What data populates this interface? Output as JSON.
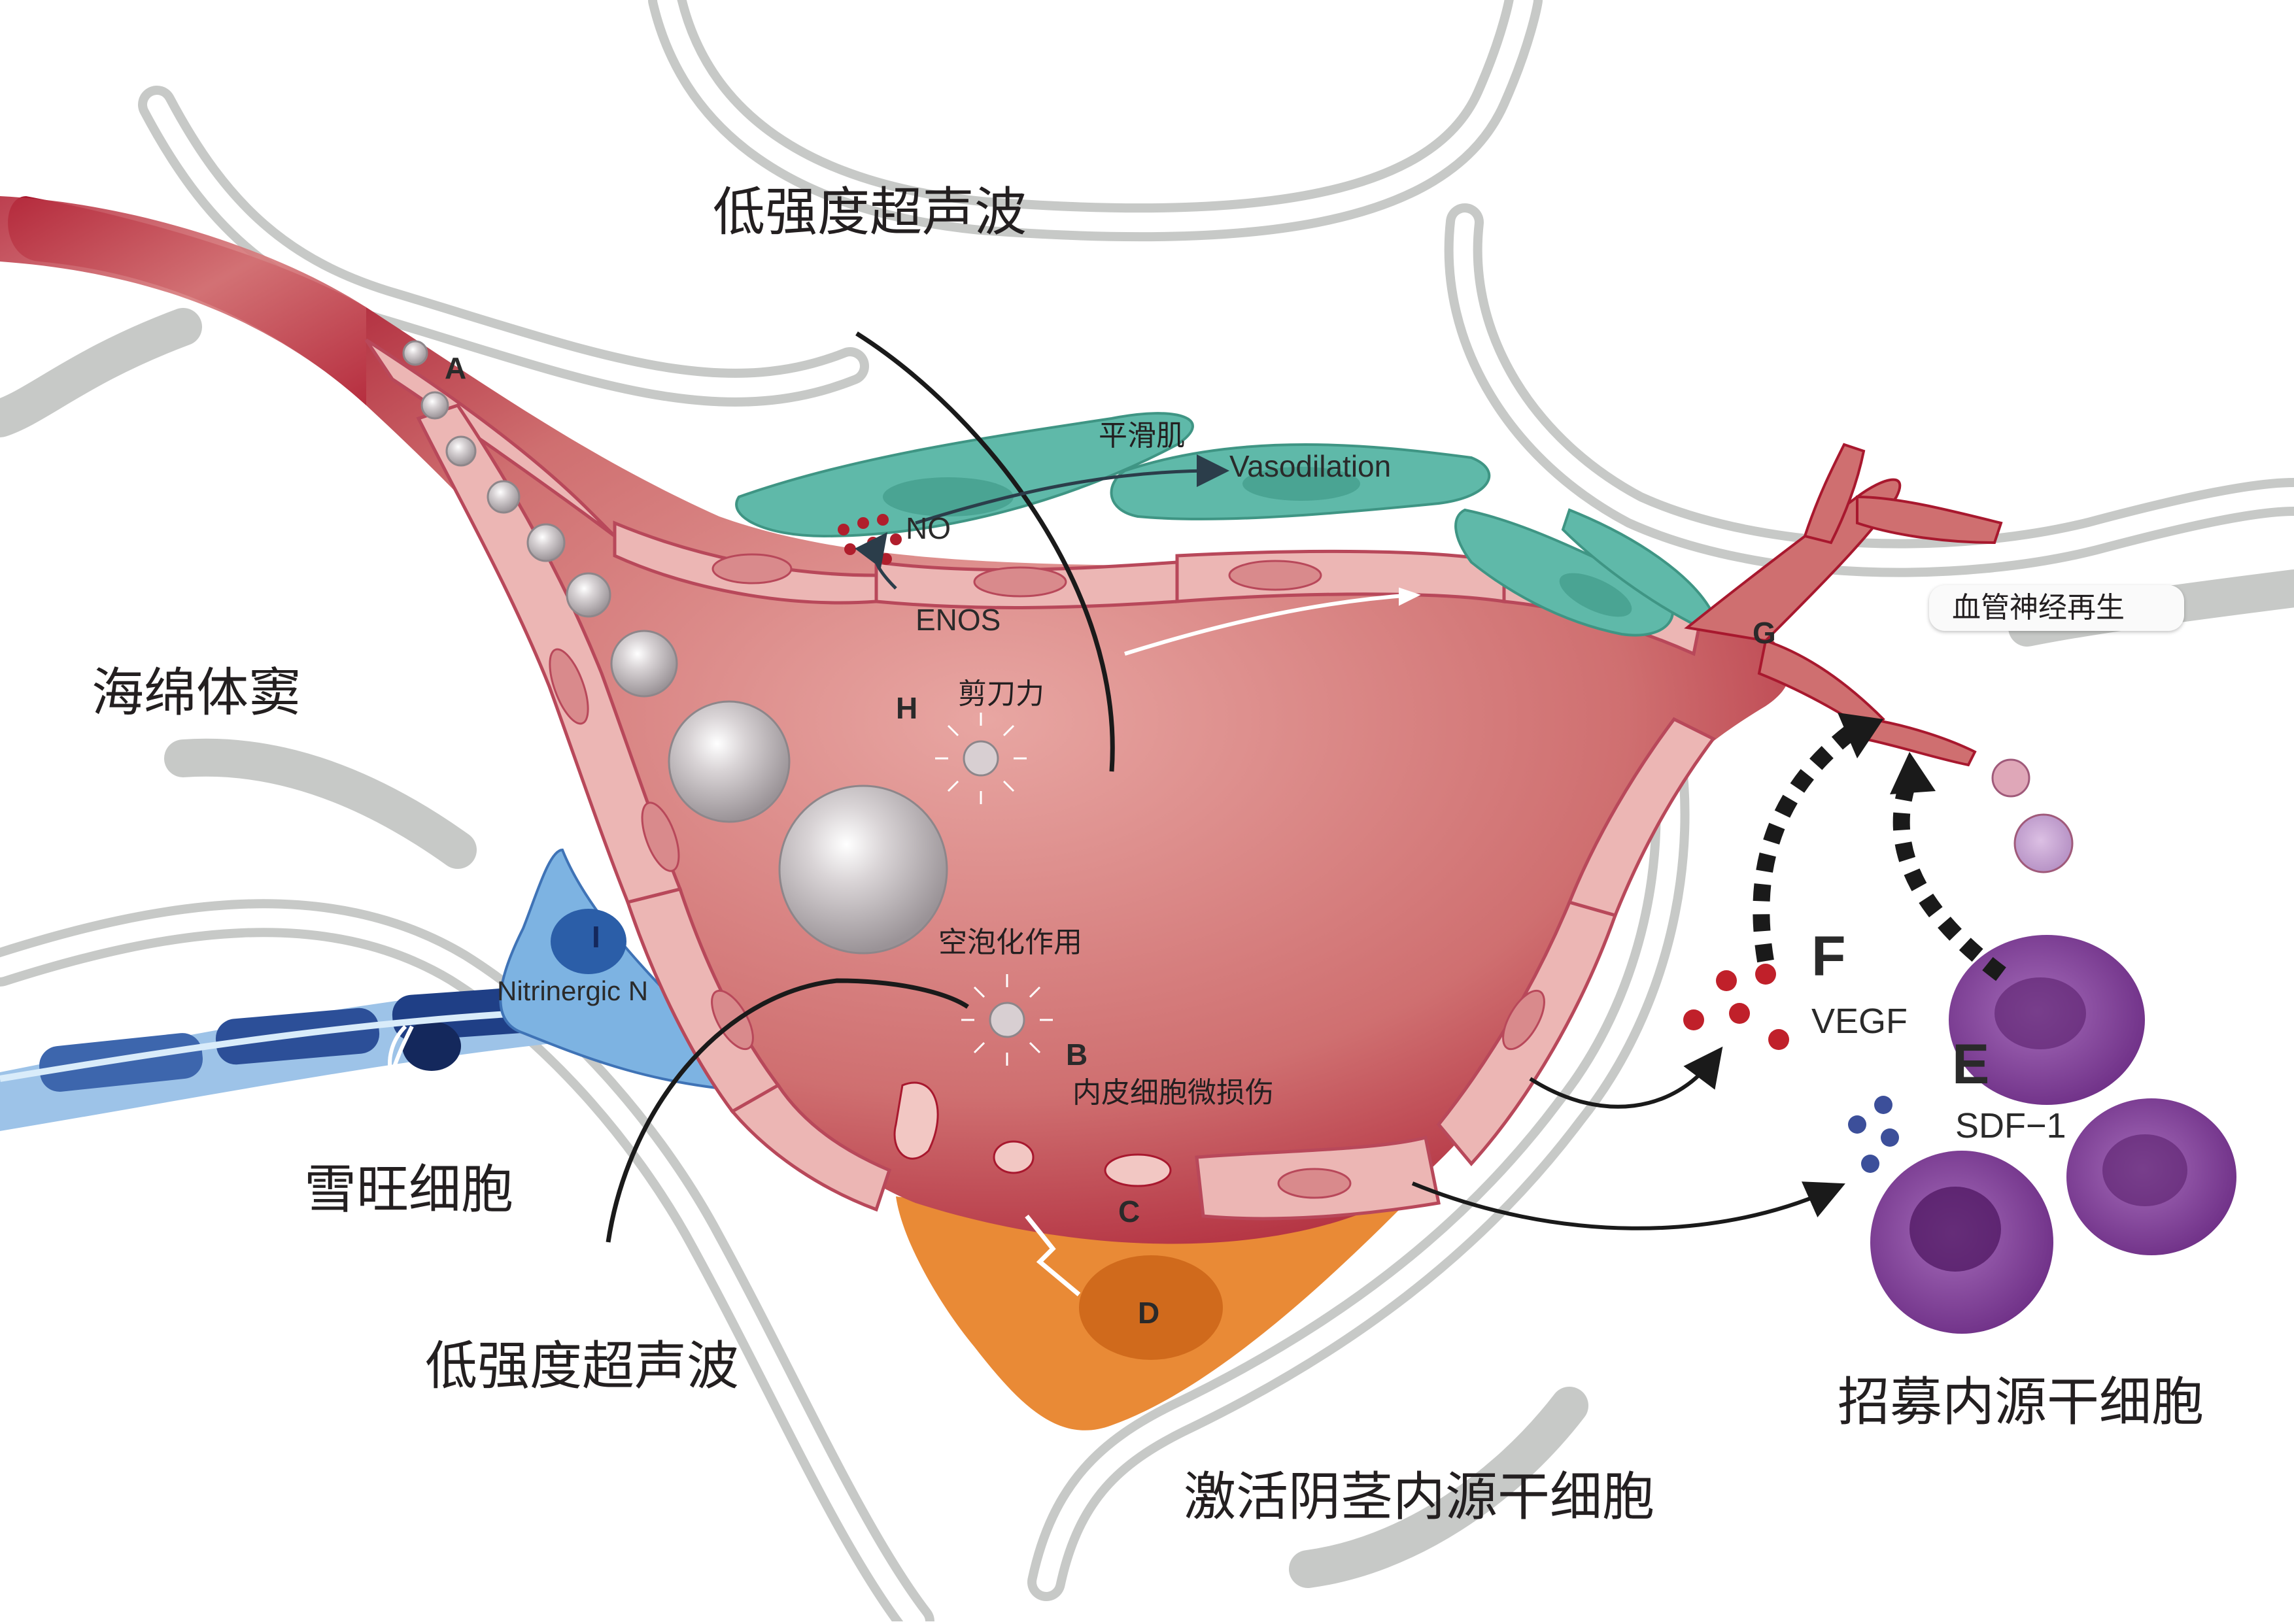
{
  "labels": {
    "ultrasound_top": "低强度超声波",
    "ultrasound_bottom": "低强度超声波",
    "cavernous_sinus": "海绵体窦",
    "schwann_cell": "雪旺细胞",
    "activate_stem": "激活阴茎内源干细胞",
    "recruit_stem": "招募内源干细胞",
    "smooth_muscle": "平滑肌",
    "vasodilation": "Vasodilation",
    "no": "NO",
    "enos": "ENOS",
    "shear_force": "剪刀力",
    "cavitation": "空泡化作用",
    "endothelial_injury": "内皮细胞微损伤",
    "neovascularization": "血管神经再生",
    "nitrinergic": "Nitrinergic N",
    "vegf": "VEGF",
    "sdf1": "SDF−1"
  },
  "letters": {
    "A": "A",
    "B": "B",
    "C": "C",
    "D": "D",
    "E": "E",
    "F": "F",
    "G": "G",
    "H": "H",
    "I": "I"
  },
  "colors": {
    "vessel_dark": "#a8182e",
    "vessel_mid": "#c85560",
    "vessel_light": "#e29a9a",
    "endothelial": "#ecb6b4",
    "smooth_muscle": "#5fb9a9",
    "stem_cell_orange": "#e98a36",
    "nerve_dark": "#1f3f86",
    "nerve_light": "#7db3e2",
    "stem_cell_purple": "#8a4a9f",
    "tissue_outline": "#bdbfbd"
  }
}
